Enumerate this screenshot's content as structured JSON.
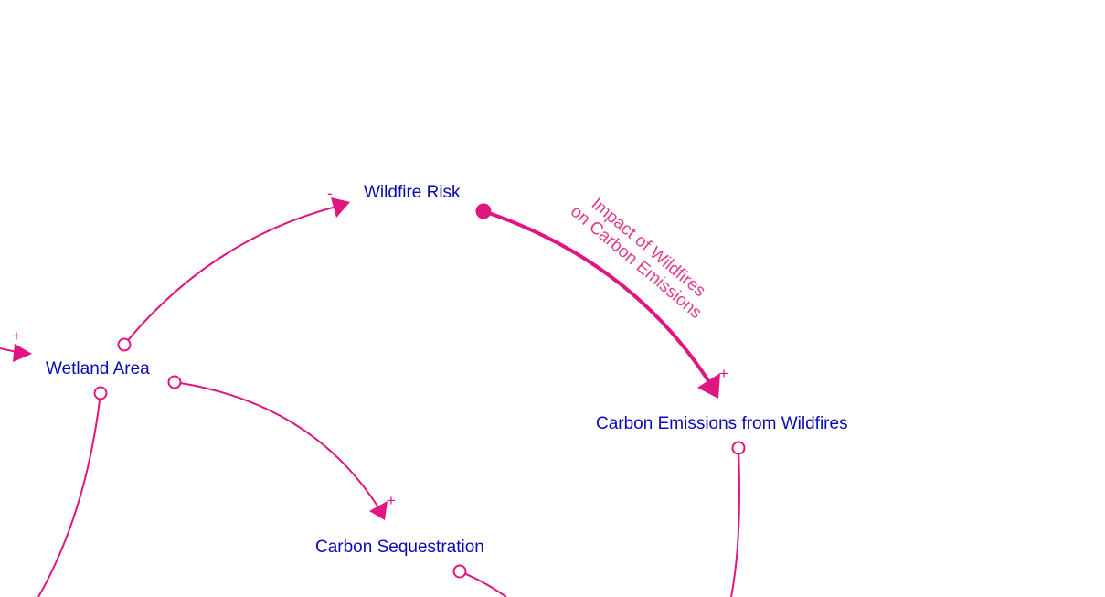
{
  "diagram": {
    "nodes": {
      "wildfire_risk": "Wildfire Risk",
      "wetland_area": "Wetland Area",
      "carbon_emissions": "Carbon Emissions from Wildfires",
      "carbon_sequestration": "Carbon Sequestration"
    },
    "links": {
      "wetland_to_wildfire": {
        "polarity": "-"
      },
      "wildfire_to_emissions": {
        "polarity": "+",
        "label_line1": "Impact of Wildfires",
        "label_line2": "on Carbon Emissions"
      },
      "wetland_to_sequestration": {
        "polarity": "+"
      },
      "incoming_to_wetland": {
        "polarity": "+"
      }
    },
    "colors": {
      "link": "#e0157f",
      "node_text": "#0a0ab4"
    }
  }
}
